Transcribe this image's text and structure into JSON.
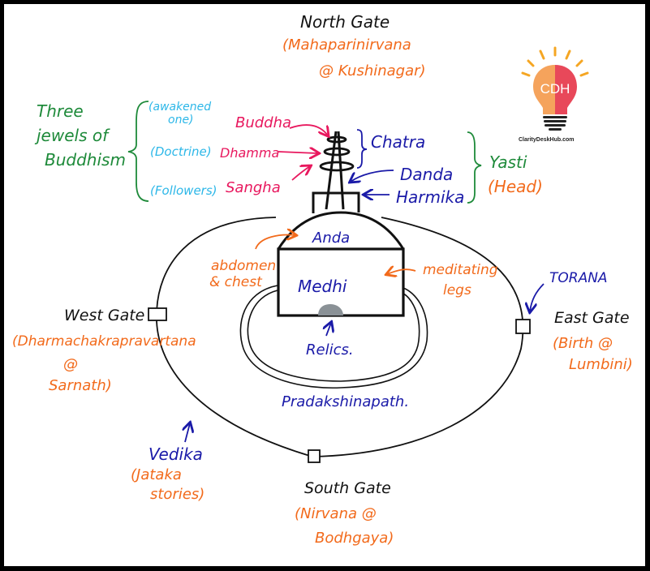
{
  "title": "Structure of a Buddhist Stupa",
  "logo": {
    "initials": "CDH",
    "caption": "ClarityDeskHub.com",
    "colors": {
      "left": "#f5a35c",
      "right": "#e8485a",
      "rays": "#f5a623"
    }
  },
  "colors": {
    "gate_title": "#111111",
    "gate_event": "#f26a1b",
    "structure_label": "#1a1aa8",
    "jewels_heading": "#1e8a3a",
    "jewel_name": "#e8185e",
    "jewel_meaning": "#2cb7e8",
    "relic": "#8a9196"
  },
  "gates": {
    "north": {
      "title": "North Gate",
      "event_line1": "(Mahaparinirvana",
      "event_line2": "@ Kushinagar)"
    },
    "south": {
      "title": "South Gate",
      "event_line1": "(Nirvana @",
      "event_line2": "Bodhgaya)"
    },
    "east": {
      "title": "East Gate",
      "event_line1": "(Birth @",
      "event_line2": "Lumbini)"
    },
    "west": {
      "title": "West Gate",
      "event_line1": "(Dharmachakrapravartana",
      "event_line2": "@",
      "event_line3": "Sarnath)"
    }
  },
  "jewels": {
    "heading_line1": "Three",
    "heading_line2": "jewels of",
    "heading_line3": "Buddhism",
    "items": [
      {
        "meaning_line1": "(awakened",
        "meaning_line2": "one)",
        "name": "Buddha"
      },
      {
        "meaning_line1": "(Doctrine)",
        "name": "Dhamma"
      },
      {
        "meaning_line1": "(Followers)",
        "name": "Sangha"
      }
    ]
  },
  "structure": {
    "chatra": "Chatra",
    "danda": "Danda",
    "harmika": "Harmika",
    "yasti": "Yasti",
    "yasti_note": "(Head)",
    "anda": "Anda",
    "medhi": "Medhi",
    "relics": "Relics.",
    "pradakshinapath": "Pradakshinapath.",
    "torana": "TORANA",
    "vedika": "Vedika",
    "vedika_note_line1": "(Jataka",
    "vedika_note_line2": "stories)",
    "anda_body_line1": "abdomen",
    "anda_body_line2": "& chest",
    "medhi_body_line1": "meditating",
    "medhi_body_line2": "legs"
  }
}
